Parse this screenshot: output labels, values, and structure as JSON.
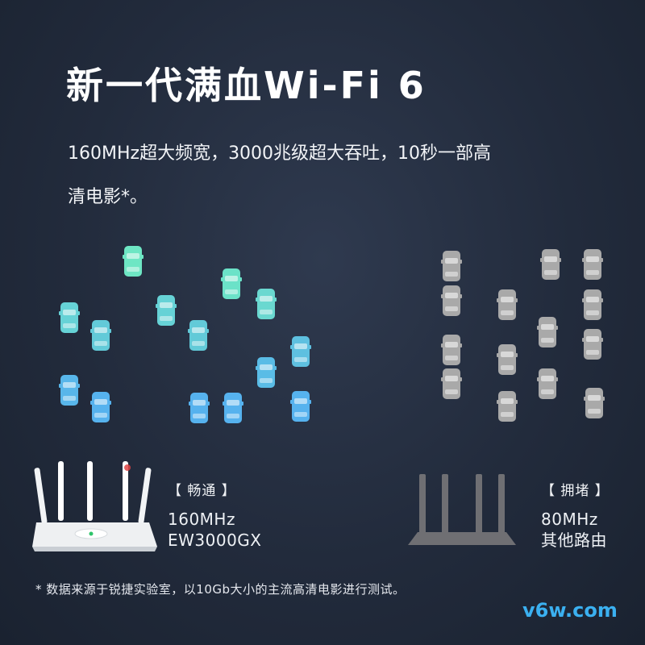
{
  "headline": "新一代满血Wi-Fi 6",
  "description": {
    "line1": "160MHz超大频宽，3000兆级超大吞吐，10秒一部高",
    "line2": "清电影*。"
  },
  "left_panel": {
    "status": "【 畅通 】",
    "bandwidth": "160MHz",
    "model": "EW3000GX"
  },
  "right_panel": {
    "status": "【 拥堵 】",
    "bandwidth": "80MHz",
    "model": "其他路由"
  },
  "footnote": "* 数据来源于锐捷实验室，以10Gb大小的主流高清电影进行测试。",
  "watermark": "v6w.com",
  "colors": {
    "fast_lane_cars_top": "#6ee0c0",
    "fast_lane_cars_bottom": "#5ab8f0",
    "congested_cars": "#a7a7a7",
    "lane_lines": "#4fd0e0",
    "watermark": "#3bb0f0"
  }
}
